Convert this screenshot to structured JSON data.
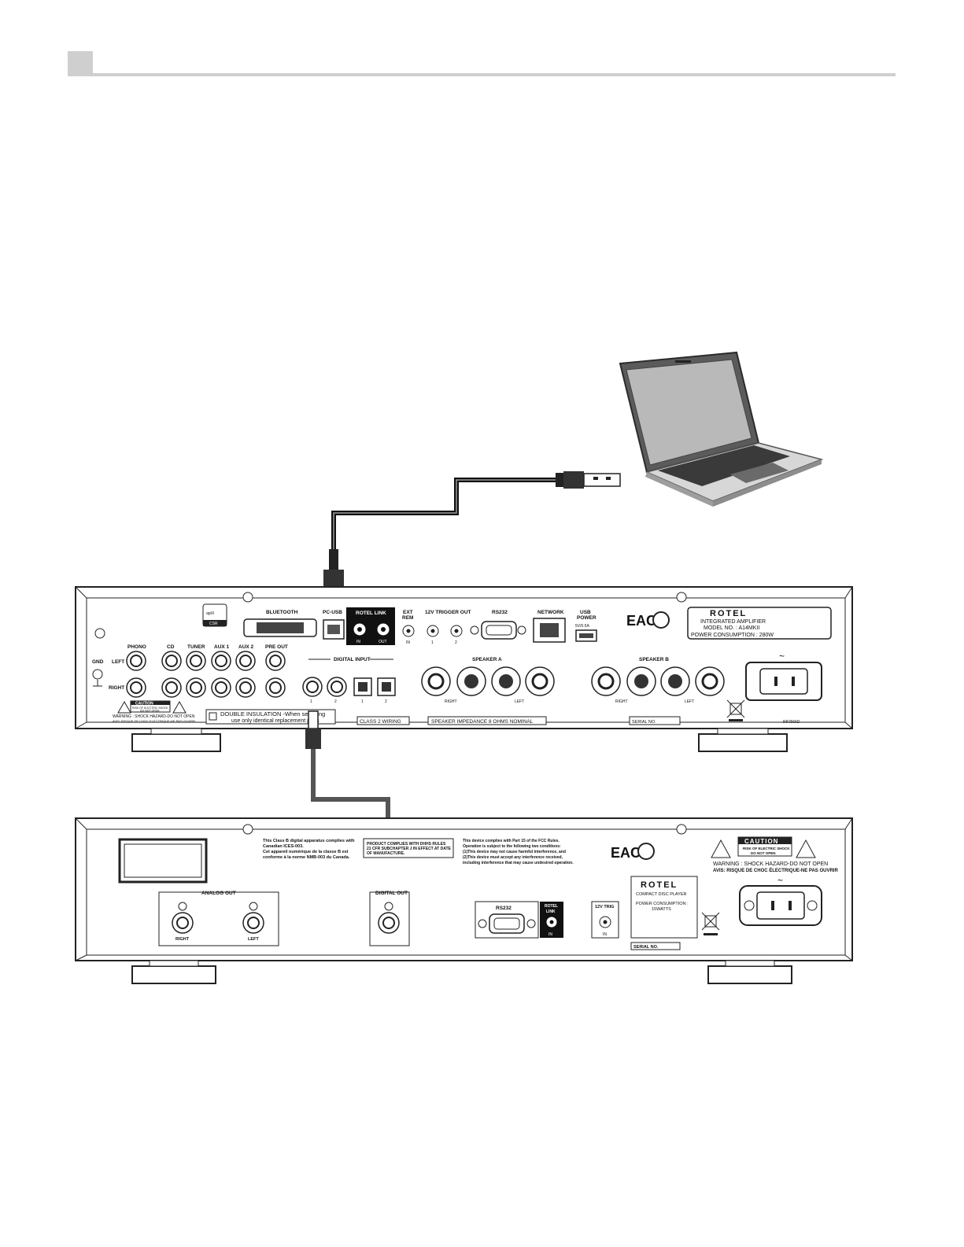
{
  "amplifier": {
    "brand": "ROTEL",
    "product": "INTEGRATED  AMPLIFIER",
    "model": "MODEL  NO. : A14MKII",
    "power": "POWER  CONSUMPTION : 280W",
    "labels": {
      "bluetooth": "BLUETOOTH",
      "pc_usb": "PC-USB",
      "rotel_link": "ROTEL LINK",
      "link_in": "IN",
      "link_out": "OUT",
      "ext_rem": "EXT",
      "ext_rem2": "REM",
      "ext_in": "IN",
      "trigger": "12V TRIGGER OUT",
      "trig1": "1",
      "trig2": "2",
      "rs232": "RS232",
      "network": "NETWORK",
      "usb_power": "USB",
      "usb_power2": "POWER",
      "usb_rating": "5V/0.5A",
      "phono": "PHONO",
      "cd": "CD",
      "tuner": "TUNER",
      "aux1": "AUX 1",
      "aux2": "AUX 2",
      "pre_out": "PRE OUT",
      "gnd": "GND",
      "left": "LEFT",
      "right": "RIGHT",
      "digital_input": "DIGITAL INPUT",
      "d1": "1",
      "d2": "2",
      "o1": "1",
      "o2": "2",
      "speaker_a": "SPEAKER  A",
      "speaker_b": "SPEAKER  B",
      "sp_right": "RIGHT",
      "sp_left": "LEFT",
      "caution": "CAUTION",
      "caution_sub": "RISK OF ELECTRIC SHOCK",
      "caution_sub2": "DO NOT OPEN",
      "warning": "WARNING : SHOCK HAZARD-DO NOT OPEN",
      "avis": "AVIS: RISQUE DE CHOC ELECTRIQUE-NE PAS OUVRIR",
      "double_ins": "DOUBLE INSULATION -When servicing",
      "double_ins2": "use only identical replacement parts",
      "class2": "CLASS 2 WIRING",
      "impedance": "SPEAKER IMPEDANCE 8 OHMS NOMINAL",
      "serial": "SERIAL NO.",
      "part_no": "RPJ566D",
      "aptx": "aptX",
      "csr": "CSR",
      "eac": "EAC"
    }
  },
  "cd_player": {
    "brand": "ROTEL",
    "product": "COMPACT DISC PLAYER",
    "power1": "POWER CONSUMPTION :",
    "power2": "15WATTS",
    "labels": {
      "class_b1": "This Class B digital apparatus complies with",
      "class_b2": "Canadian ICES-003.",
      "class_b3": "Cet appareil numérique de la classe B est",
      "class_b4": "conforme à la norme NMB-003 du Canada.",
      "dhhs1": "PRODUCT COMPLIES WITH DHHS RULES",
      "dhhs2": "21 CFR SUBCHAPTER J IN EFFECT AT DATE",
      "dhhs3": "OF MANUFACTURE.",
      "fcc1": "This device complies with Part 15 of the FCC Rules.",
      "fcc2": "Operation is subject to the following two conditions:",
      "fcc3": "(1)This device may not cause harmful interference, and",
      "fcc4": "(2)This device must accept any interference received,",
      "fcc5": "including interference that may cause undesired operation.",
      "analog_out": "ANALOG OUT",
      "right": "RIGHT",
      "left": "LEFT",
      "digital_out": "DIGITAL OUT",
      "rs232": "RS232",
      "rotel_link": "ROTEL",
      "rotel_link2": "LINK",
      "link_in": "IN",
      "trig": "12V TRIG",
      "trig_in": "IN",
      "serial": "SERIAL NO.",
      "caution": "CAUTION",
      "caution_sub": "RISK OF ELECTRIC SHOCK",
      "caution_sub2": "DO NOT OPEN",
      "warning": "WARNING : SHOCK HAZARD-DO NOT OPEN",
      "avis": "AVIS: RISQUE DE CHOC ÉLECTRIQUE-NE PAS OUVRIR",
      "eac": "EAC"
    }
  }
}
